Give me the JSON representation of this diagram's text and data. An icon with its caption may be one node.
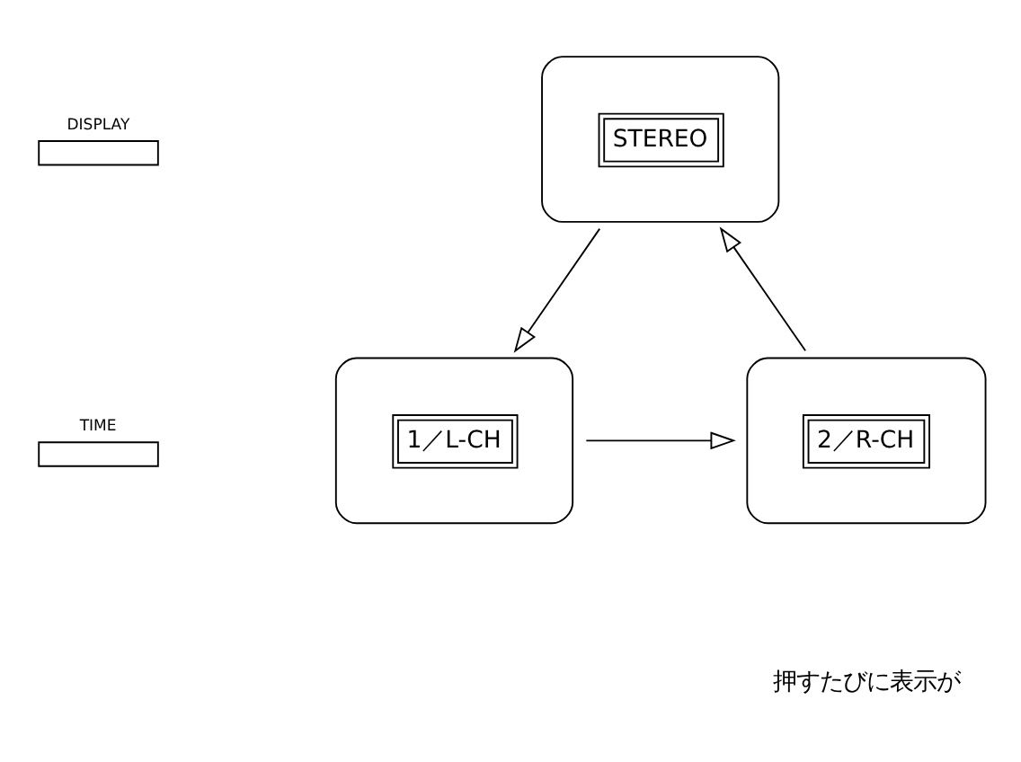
{
  "diagram": {
    "nodes": [
      {
        "text": [
          "DISPLAY"
        ]
      },
      {
        "text": [
          "TIME"
        ]
      },
      {
        "text": [
          "STEREO"
        ]
      },
      {
        "text": [
          "1／L-CH"
        ]
      },
      {
        "text": [
          "2／R-CH"
        ]
      }
    ],
    "edges": [
      {
        "from": 2,
        "to": 3,
        "arrow": "to"
      },
      {
        "from": 3,
        "to": 4,
        "arrow": "to"
      },
      {
        "from": 4,
        "to": 2,
        "arrow": "to"
      }
    ],
    "labels": [
      "押すたびに表示が"
    ]
  }
}
